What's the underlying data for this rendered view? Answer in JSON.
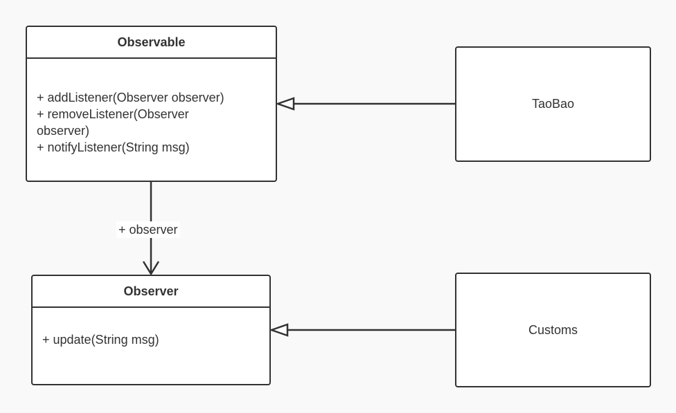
{
  "classes": {
    "observable": {
      "name": "Observable",
      "methods": [
        "+ addListener(Observer observer)",
        "+ removeListener(Observer",
        "observer)",
        "+ notifyListener(String msg)"
      ]
    },
    "observer": {
      "name": "Observer",
      "methods": [
        "+ update(String msg)"
      ]
    }
  },
  "boxes": {
    "taobao": "TaoBao",
    "customs": "Customs"
  },
  "association": {
    "label": "+ observer"
  },
  "colors": {
    "stroke": "#323232",
    "background": "#f9f9f9",
    "box_fill": "#ffffff"
  }
}
